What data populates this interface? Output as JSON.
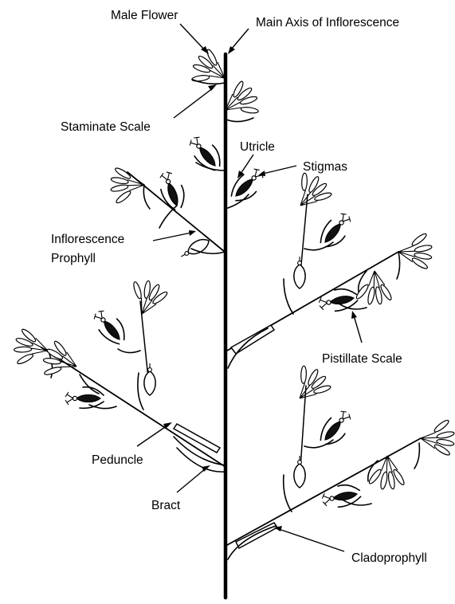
{
  "labels": {
    "male_flower": "Male Flower",
    "main_axis": "Main Axis of Inflorescence",
    "staminate_scale": "Staminate Scale",
    "utricle": "Utricle",
    "stigmas": "Stigmas",
    "inflorescence_prophyll_line1": "Inflorescence",
    "inflorescence_prophyll_line2": "Prophyll",
    "pistillate_scale": "Pistillate Scale",
    "peduncle": "Peduncle",
    "bract": "Bract",
    "cladoprophyll": "Cladoprophyll"
  }
}
